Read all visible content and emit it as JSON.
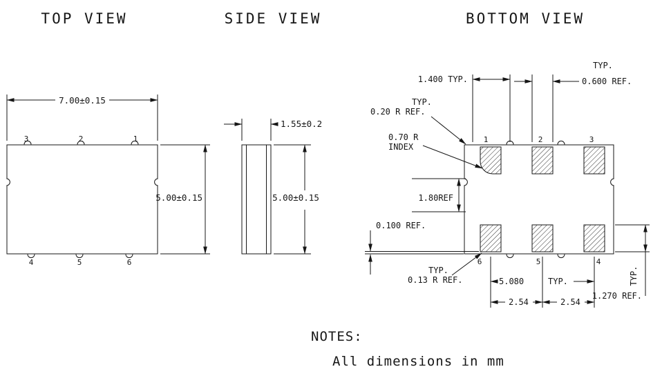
{
  "colors": {
    "ink": "#161616",
    "background": "#ffffff"
  },
  "titles": {
    "top": "TOP VIEW",
    "side": "SIDE VIEW",
    "bottom": "BOTTOM VIEW"
  },
  "top_view": {
    "width_dim": "7.00±0.15",
    "height_dim": "5.00±0.15",
    "pins": {
      "top_left": "3",
      "top_mid": "2",
      "top_right": "1",
      "bot_left": "4",
      "bot_mid": "5",
      "bot_right": "6"
    }
  },
  "side_view": {
    "width_dim": "1.55±0.2",
    "height_dim": "5.00±0.15"
  },
  "bottom_view": {
    "pins": {
      "top_left": "1",
      "top_mid": "2",
      "top_right": "3",
      "bot_left": "6",
      "bot_mid": "5",
      "bot_right": "4"
    },
    "dims": {
      "index_offset": "1.400 TYP.",
      "pad_width_typ": "TYP.",
      "pad_width": "0.600 REF.",
      "corner_radius_typ": "TYP.",
      "corner_radius": "0.20 R REF.",
      "index_radius": "0.70 R",
      "index_label": "INDEX",
      "row_gap": "1.80REF",
      "edge_offset": "0.100 REF.",
      "pad_corner_typ": "TYP.",
      "pad_corner": "0.13 R REF.",
      "span": "5.080",
      "span_typ": "TYP.",
      "pitch_left": "2.54",
      "pitch_right": "2.54",
      "pad_height": "1.270 REF.",
      "pad_height_typ": "TYP."
    }
  },
  "notes": {
    "heading": "NOTES:",
    "body": "All dimensions in mm"
  }
}
